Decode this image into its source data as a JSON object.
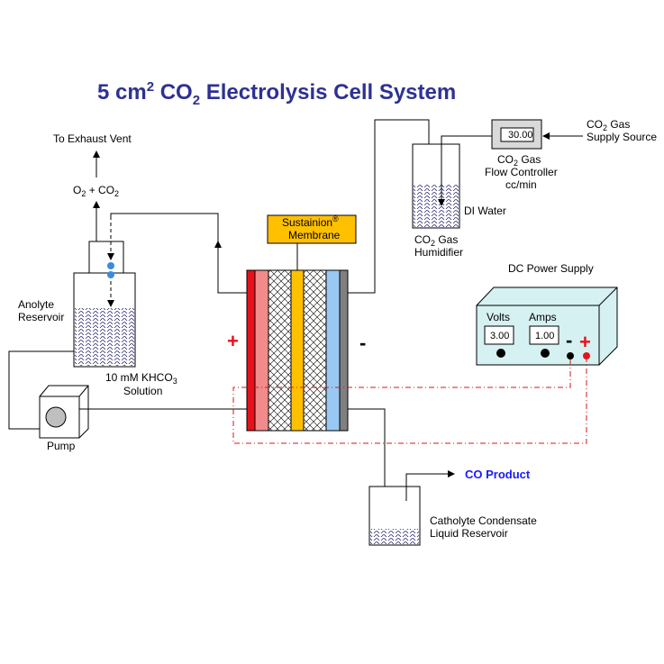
{
  "title": {
    "prefix": "5 cm",
    "sup": "2",
    "mid": " CO",
    "sub": "2",
    "rest": " Electrolysis Cell System"
  },
  "labels": {
    "exhaust": "To Exhaust Vent",
    "o2": "O",
    "o2_sub": "2",
    "plus_co": " + CO",
    "co2_sub": "2",
    "anolyte_1": "Anolyte",
    "anolyte_2": "Reservoir",
    "khco3_a": "10 mM KHCO",
    "khco3_sub": "3",
    "solution": "Solution",
    "pump": "Pump",
    "membrane_1": "Sustainion",
    "membrane_reg": "®",
    "membrane_2": "Membrane",
    "humid_co": "CO",
    "humid_sub": "2",
    "humid_gas": " Gas",
    "humid_2": "Humidifier",
    "di_water": "DI Water",
    "fc_co": "CO",
    "fc_sub": "2",
    "fc_gas": " Gas",
    "fc_2": "Flow Controller",
    "fc_3": "cc/min",
    "supply_co": "CO",
    "supply_sub": "2",
    "supply_gas": " Gas",
    "supply_2": "Supply Source",
    "dc_supply": "DC Power Supply",
    "volts": "Volts",
    "amps": "Amps",
    "co_product": "CO Product",
    "catholyte_1": "Catholyte Condensate",
    "catholyte_2": "Liquid Reservoir",
    "plus": "+",
    "minus": "-"
  },
  "readouts": {
    "flow": "30.00",
    "volts": "3.00",
    "amps": "1.00"
  },
  "colors": {
    "title": "#2e3192",
    "anode_plate": "#e8101a",
    "anode_gdl": "#f28b8b",
    "membrane": "#ffc000",
    "cathode_gdl": "#99c9f2",
    "cathode_plate": "#808080",
    "power_supply": "#d6f1f1",
    "co_product": "#1a1aff",
    "wire": "#d01818"
  }
}
